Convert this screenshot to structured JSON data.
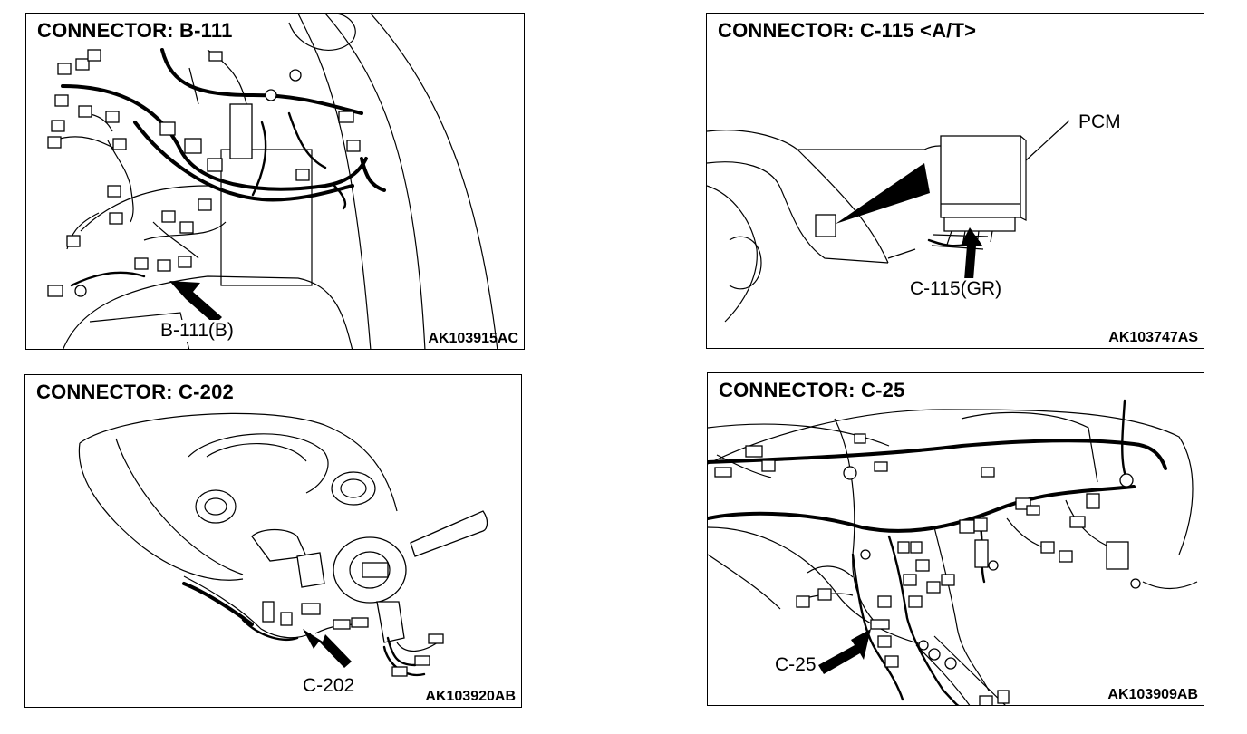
{
  "panels": [
    {
      "title": "CONNECTOR: B-111",
      "callout": "B-111(B)",
      "code": "AK103915AC"
    },
    {
      "title": "CONNECTOR: C-115 <A/T>",
      "callout": "C-115(GR)",
      "label": "PCM",
      "code": "AK103747AS"
    },
    {
      "title": "CONNECTOR: C-202",
      "callout": "C-202",
      "code": "AK103920AB"
    },
    {
      "title": "CONNECTOR: C-25",
      "callout": "C-25",
      "code": "AK103909AB"
    }
  ]
}
